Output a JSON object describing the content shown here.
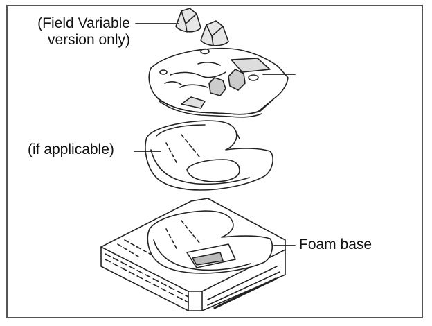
{
  "labels": {
    "field_variable_line1": "(Field Variable",
    "field_variable_line2": "version only)",
    "if_applicable": "(if applicable)",
    "foam_base": "Foam base"
  },
  "colors": {
    "stroke": "#222222",
    "background": "#ffffff",
    "frame": "#555555"
  }
}
